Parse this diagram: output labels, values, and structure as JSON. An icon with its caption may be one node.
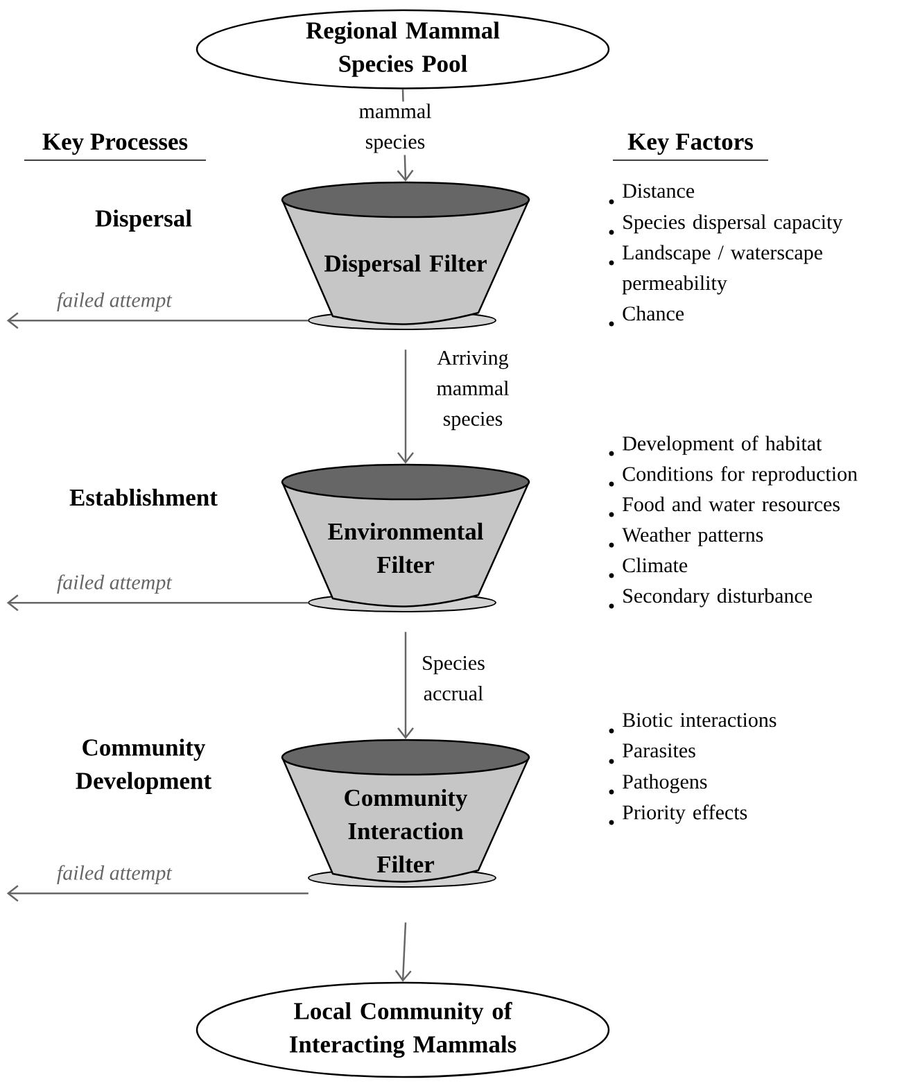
{
  "diagram": {
    "nodes": [
      {
        "text": [
          "Regional Mammal Species Pool"
        ]
      },
      {
        "text": [
          "Dispersal Filter"
        ]
      },
      {
        "text": [
          "Environmental Filter"
        ]
      },
      {
        "text": [
          "Community Interaction Filter"
        ]
      },
      {
        "text": [
          "Local Community of Interacting Mammals"
        ]
      }
    ],
    "edges": [
      {
        "from": 0,
        "to": 1,
        "arrow": "to",
        "label": "mammal species"
      },
      {
        "from": 1,
        "to": 2,
        "arrow": "to",
        "label": "Arriving mammal species"
      },
      {
        "from": 2,
        "to": 3,
        "arrow": "to",
        "label": "Species accrual"
      },
      {
        "from": 3,
        "to": 4,
        "arrow": "to"
      },
      {
        "from": 1,
        "to": null,
        "arrow": "to",
        "label": "failed attempt"
      },
      {
        "from": 2,
        "to": null,
        "arrow": "to",
        "label": "failed attempt"
      },
      {
        "from": 3,
        "to": null,
        "arrow": "to",
        "label": "failed attempt"
      }
    ],
    "labels": [
      "Key Processes",
      "Key Factors",
      "Dispersal",
      "Distance",
      "Species dispersal capacity",
      "Landscape / waterscape permeability",
      "Chance",
      "Establishment",
      "Development of habitat",
      "Conditions for reproduction",
      "Food and water resources",
      "Weather patterns",
      "Climate",
      "Secondary disturbance",
      "Community Development",
      "Biotic interactions",
      "Parasites",
      "Pathogens",
      "Priority effects"
    ]
  }
}
